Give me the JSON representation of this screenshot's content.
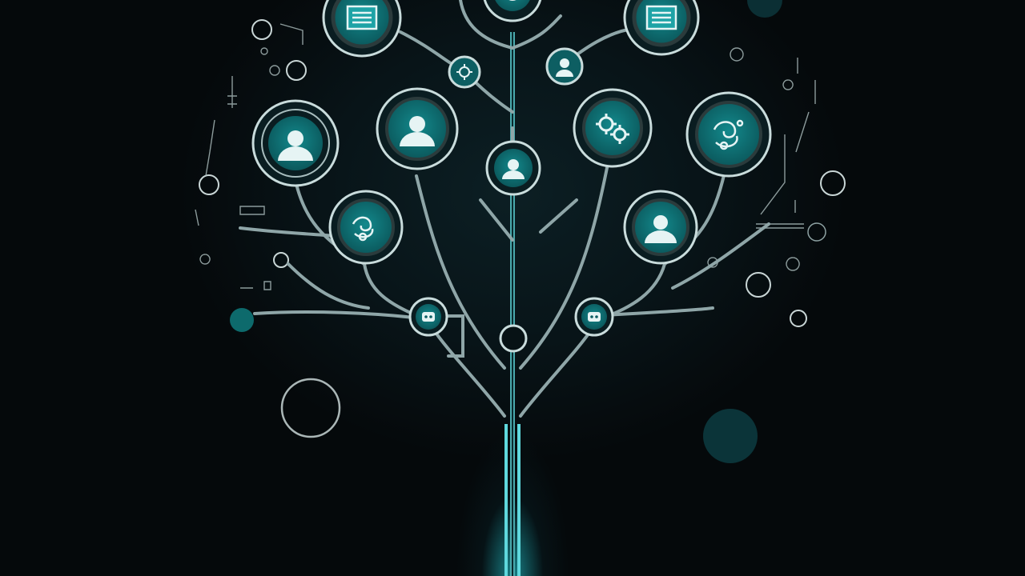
{
  "diagram": {
    "type": "tree",
    "theme": {
      "background": "#05090b",
      "trunk": "#5fb9bd",
      "trunk_glow": "#2ee6f0",
      "branch": "#8fa6a8",
      "node_fill": "#0b6a6e",
      "node_ring": "#c9dcdc",
      "icon": "#e6f4f4"
    },
    "nodes": [
      {
        "id": "top-left-doc",
        "icon": "document-list-icon"
      },
      {
        "id": "top-center",
        "icon": "ring-icon"
      },
      {
        "id": "top-right-doc",
        "icon": "document-list-icon"
      },
      {
        "id": "small-gear-left",
        "icon": "gear-icon"
      },
      {
        "id": "small-user-right",
        "icon": "user-icon"
      },
      {
        "id": "user-left-large",
        "icon": "user-icon"
      },
      {
        "id": "user-center-left",
        "icon": "user-icon"
      },
      {
        "id": "user-center",
        "icon": "user-icon"
      },
      {
        "id": "gears-center-right",
        "icon": "gears-icon"
      },
      {
        "id": "swirl-right",
        "icon": "swirl-pattern-icon"
      },
      {
        "id": "swirl-left-mid",
        "icon": "swirl-pattern-icon"
      },
      {
        "id": "user-right-mid",
        "icon": "user-icon"
      },
      {
        "id": "small-bot-left",
        "icon": "robot-icon"
      },
      {
        "id": "small-bot-right",
        "icon": "robot-icon"
      },
      {
        "id": "trunk-ring",
        "icon": "ring-icon"
      }
    ],
    "decorations": [
      "outline-circle",
      "outline-circle",
      "outline-circle",
      "filled-dot",
      "filled-dot",
      "small-glyphs"
    ]
  }
}
